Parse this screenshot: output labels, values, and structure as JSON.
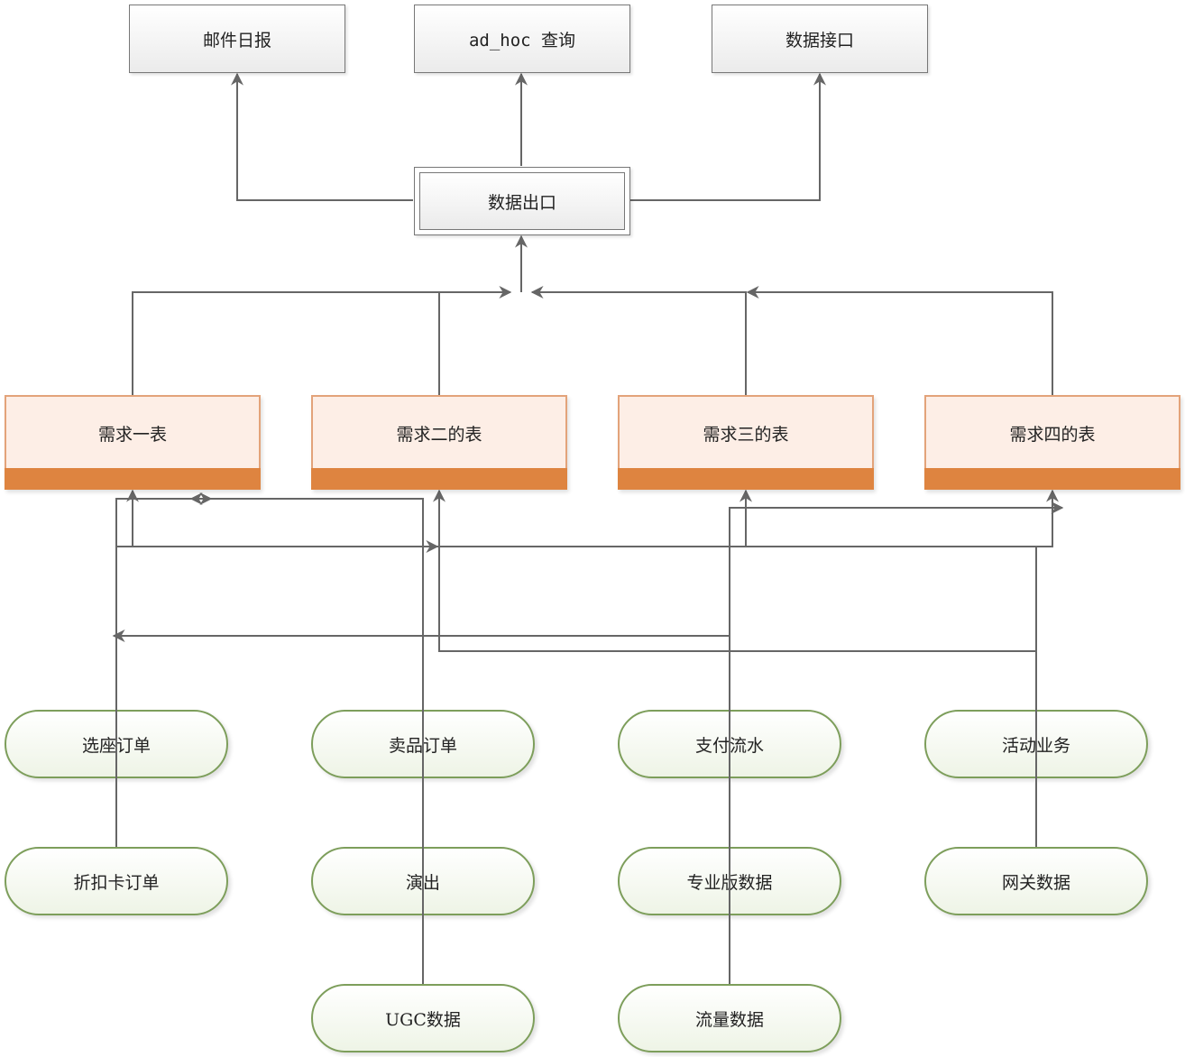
{
  "outputs": {
    "email_report": "邮件日报",
    "adhoc_query": "ad_hoc 查询",
    "data_api": "数据接口"
  },
  "export": {
    "label": "数据出口"
  },
  "requirement_tables": [
    "需求一表",
    "需求二的表",
    "需求三的表",
    "需求四的表"
  ],
  "sources": {
    "seat_order": "选座订单",
    "merch_order": "卖品订单",
    "payment_flow": "支付流水",
    "activity_business": "活动业务",
    "discount_card_order": "折扣卡订单",
    "performance": "演出",
    "pro_edition_data": "专业版数据",
    "gateway_data": "网关数据",
    "ugc_data": "UGC数据",
    "traffic_data": "流量数据"
  },
  "colors": {
    "connector": "#666666",
    "requirement_fill": "#fdeee6",
    "requirement_bar": "#de8440",
    "source_border": "#7d9e5b"
  }
}
